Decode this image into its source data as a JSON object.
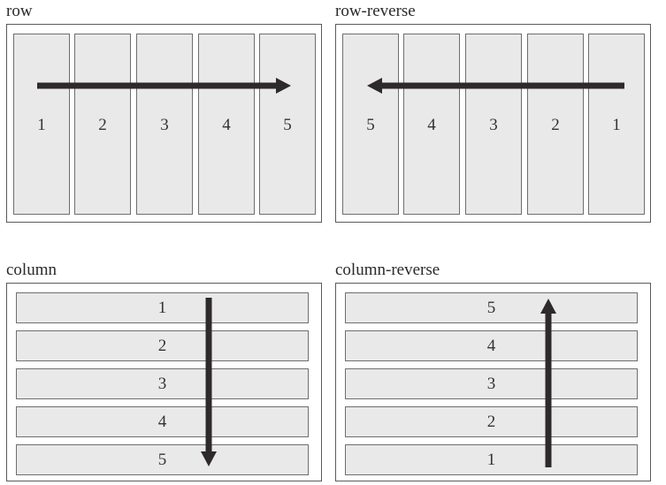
{
  "panels": {
    "row": {
      "label": "row",
      "items": [
        "1",
        "2",
        "3",
        "4",
        "5"
      ]
    },
    "row_reverse": {
      "label": "row-reverse",
      "items": [
        "5",
        "4",
        "3",
        "2",
        "1"
      ]
    },
    "column": {
      "label": "column",
      "items": [
        "1",
        "2",
        "3",
        "4",
        "5"
      ]
    },
    "column_reverse": {
      "label": "column-reverse",
      "items": [
        "5",
        "4",
        "3",
        "2",
        "1"
      ]
    }
  },
  "colors": {
    "cell_fill": "#e9e9e9",
    "cell_border": "#6e6e6e",
    "panel_border": "#5a5a5a",
    "arrow": "#2e2a2b"
  }
}
